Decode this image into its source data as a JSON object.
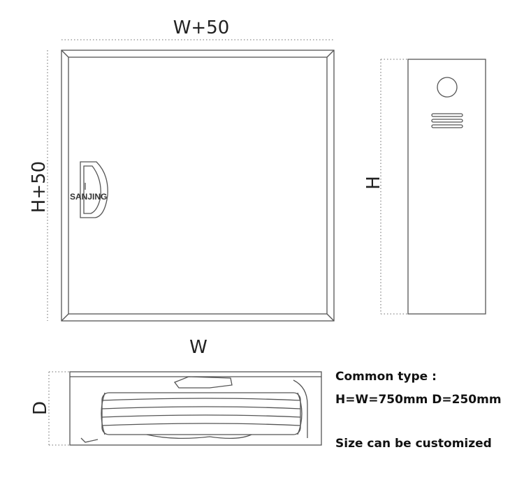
{
  "labels": {
    "top_width": "W+50",
    "left_height": "H+50",
    "front_width": "W",
    "side_height": "H",
    "depth": "D",
    "brand": "SANJING"
  },
  "notes": {
    "common_type": "Common type :",
    "dimensions": "H=W=750mm  D=250mm",
    "customize": "Size can be customized"
  },
  "colors": {
    "line": "#555555",
    "dotted": "#8a8a8a",
    "text": "#111111"
  }
}
